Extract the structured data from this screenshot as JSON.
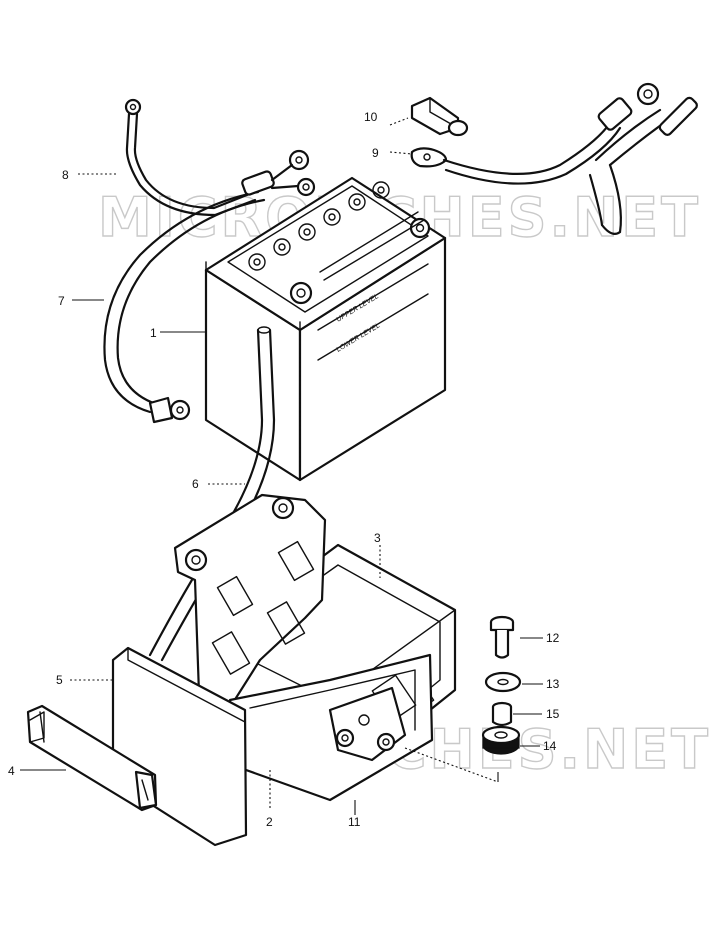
{
  "callouts": {
    "c1": "1",
    "c2": "2",
    "c3": "3",
    "c4": "4",
    "c5": "5",
    "c6": "6",
    "c7": "7",
    "c8": "8",
    "c9": "9",
    "c10": "10",
    "c11": "11",
    "c12": "12",
    "c13": "13",
    "c14": "14",
    "c15": "15"
  },
  "battery": {
    "level_upper": "UPPER LEVEL",
    "level_lower": "LOWER LEVEL"
  },
  "watermark": {
    "top": "MICROFICHES.NET",
    "bottom": "MICROFICHES.NET"
  }
}
